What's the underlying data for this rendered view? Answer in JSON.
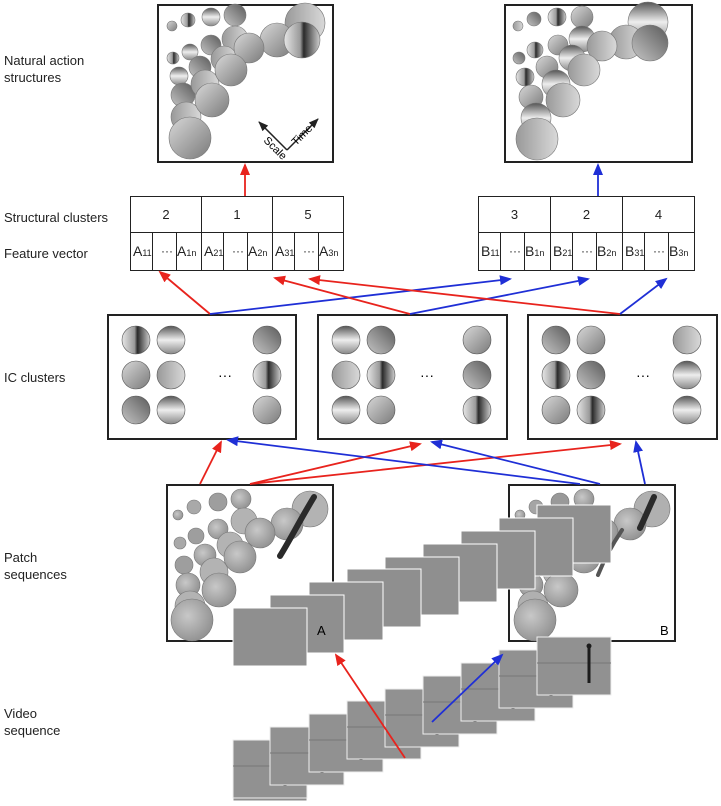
{
  "row_labels": {
    "natural": "Natural action structures",
    "structural": "Structural clusters",
    "feature": "Feature vector",
    "ic": "IC clusters",
    "patch": "Patch sequences",
    "video": "Video sequence"
  },
  "axes": {
    "scale": "Scale",
    "time": "Time"
  },
  "clusters_left": [
    "2",
    "1",
    "5"
  ],
  "clusters_right": [
    "3",
    "2",
    "4"
  ],
  "features_left": [
    {
      "a": "A",
      "a_sub": "11",
      "dots": "···",
      "b": "A",
      "b_sub": "1n"
    },
    {
      "a": "A",
      "a_sub": "21",
      "dots": "···",
      "b": "A",
      "b_sub": "2n"
    },
    {
      "a": "A",
      "a_sub": "31",
      "dots": "···",
      "b": "A",
      "b_sub": "3n"
    }
  ],
  "features_right": [
    {
      "a": "B",
      "a_sub": "11",
      "dots": "···",
      "b": "B",
      "b_sub": "1n"
    },
    {
      "a": "B",
      "a_sub": "21",
      "dots": "···",
      "b": "B",
      "b_sub": "2n"
    },
    {
      "a": "B",
      "a_sub": "31",
      "dots": "···",
      "b": "B",
      "b_sub": "3n"
    }
  ],
  "ic_ellipsis": "···",
  "patch_labels": {
    "left": "A",
    "right": "B"
  },
  "colors": {
    "red": "#e8231d",
    "blue": "#1f2fd6",
    "frame": "#222222"
  }
}
